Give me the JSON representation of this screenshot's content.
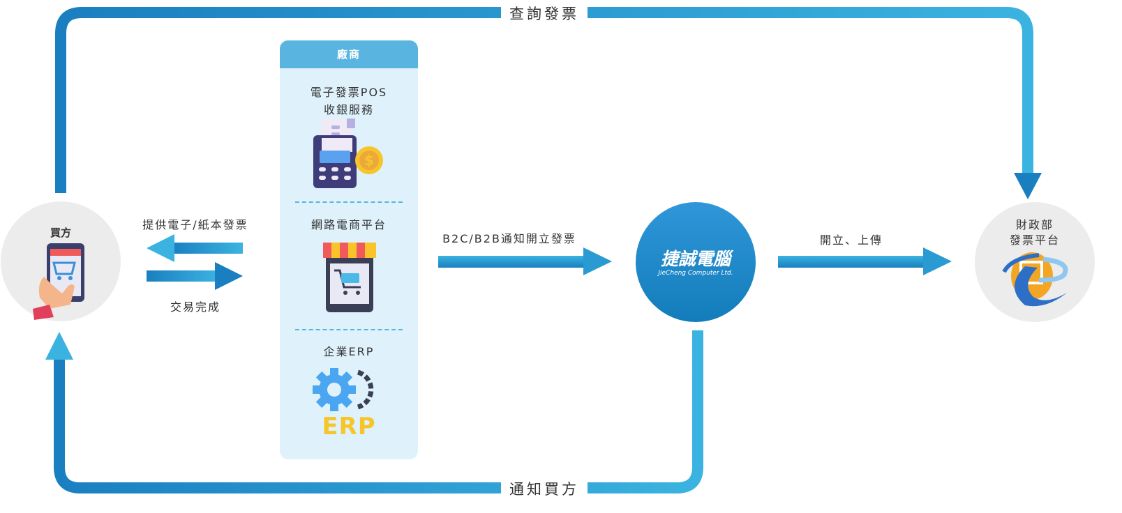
{
  "loops": {
    "top_label": "查詢發票",
    "bottom_label": "通知買方"
  },
  "buyer": {
    "label": "買方"
  },
  "buyer_arrows": {
    "provide_label": "提供電子/紙本發票",
    "complete_label": "交易完成"
  },
  "vendor": {
    "header": "廠商",
    "sections": [
      {
        "line1": "電子發票POS",
        "line2": "收銀服務"
      },
      {
        "line1": "網路電商平台"
      },
      {
        "line1": "企業ERP",
        "icon_text": "ERP"
      }
    ]
  },
  "notify_arrow": {
    "label": "B2C/B2B通知開立發票"
  },
  "provider": {
    "name": "捷誠電腦",
    "subtitle": "JieCheng Computer Ltd."
  },
  "upload_arrow": {
    "label": "開立、上傳"
  },
  "mof": {
    "line1": "財政部",
    "line2": "發票平台"
  },
  "colors": {
    "arrow_dark": "#1a7fc0",
    "arrow_light": "#3bb3e0",
    "vendor_header": "#5ab4e0",
    "vendor_body": "#dff2fc",
    "circle_gray": "#ececec"
  }
}
